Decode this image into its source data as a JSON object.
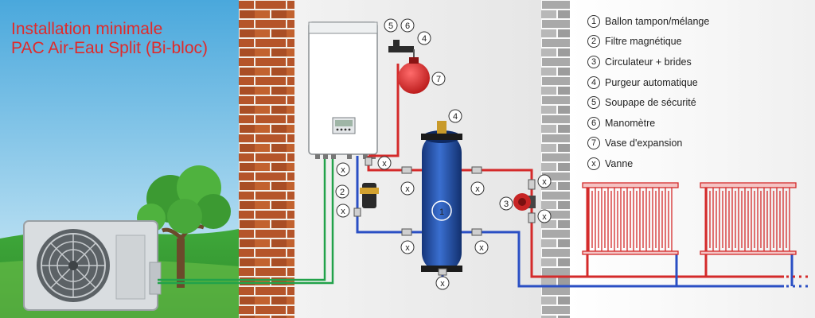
{
  "title": {
    "line1": "Installation minimale",
    "line2": "PAC Air-Eau Split (Bi-bloc)"
  },
  "legend": [
    {
      "num": "1",
      "label": "Ballon tampon/mélange"
    },
    {
      "num": "2",
      "label": "Filtre magnétique"
    },
    {
      "num": "3",
      "label": "Circulateur + brides"
    },
    {
      "num": "4",
      "label": "Purgeur automatique"
    },
    {
      "num": "5",
      "label": "Soupape de sécurité"
    },
    {
      "num": "6",
      "label": "Manomètre"
    },
    {
      "num": "7",
      "label": "Vase d'expansion"
    },
    {
      "num": "x",
      "label": "Vanne"
    }
  ],
  "callouts": {
    "tank": "1",
    "filter": "2",
    "pump": "3",
    "purge_top": "4",
    "purge_tank": "4",
    "safety": "5",
    "gauge": "6",
    "vessel": "7",
    "valve": "x"
  },
  "colors": {
    "hot_pipe": "#d42a2a",
    "return_pipe": "#2a4fc4",
    "refrigerant_pipe": "#22a24a",
    "tank": "#1f4fa8",
    "title": "#e02a2a"
  }
}
